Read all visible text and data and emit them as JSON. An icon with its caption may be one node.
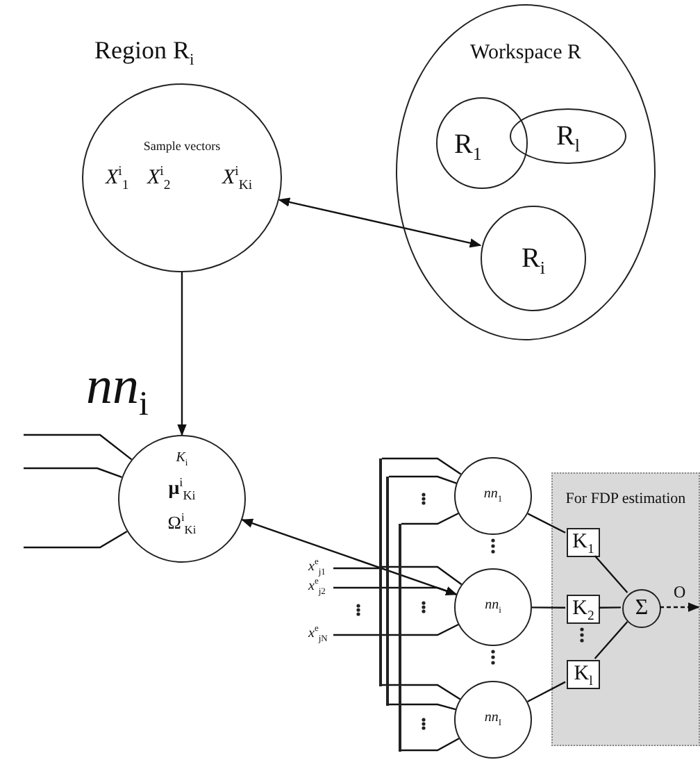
{
  "diagram": {
    "nodes": [
      {
        "text": [
          "Region R$_{i}$",
          "Sample vectors",
          "*X*$^{i}$$_{1}$",
          "*X*$^{i}$$_{2}$",
          "*X*$^{i}$$_{Ki}$"
        ]
      },
      {
        "text": [
          "Workspace R"
        ]
      },
      {
        "text": [
          "R$_{1}$"
        ],
        "in": 1
      },
      {
        "text": [
          "R$_{l}$"
        ],
        "in": 1
      },
      {
        "text": [
          "R$_{i}$"
        ],
        "in": 1
      },
      {
        "text": [
          "*nn*$_{i}$",
          "*K*$_{i}$",
          "**μ**$^{i}$$_{Ki}$",
          "Ω$^{i}$$_{Ki}$"
        ]
      },
      {
        "text": [
          "For FDP estimation"
        ]
      },
      {
        "text": [
          "*nn*$_{1}$"
        ]
      },
      {
        "text": [
          "*nn*$_{i}$"
        ]
      },
      {
        "text": [
          "*nn*$_{I}$"
        ]
      },
      {
        "text": [
          "K$_{1}$"
        ],
        "in": 6
      },
      {
        "text": [
          "K$_{2}$"
        ],
        "in": 6
      },
      {
        "text": [
          "K$_{l}$"
        ],
        "in": 6
      },
      {
        "text": [
          "Σ"
        ],
        "in": 6
      },
      {
        "text": [],
        "shape": "bar"
      },
      {
        "text": [],
        "shape": "bar"
      },
      {
        "text": [],
        "shape": "bar"
      },
      {
        "text": [
          "*x*$^{e}$$_{j1}$"
        ]
      },
      {
        "text": [
          "*x*$^{e}$$_{j2}$"
        ]
      },
      {
        "text": [
          "*x*$^{e}$$_{jN}$"
        ]
      }
    ],
    "edges": [
      {
        "from": 0,
        "to": 4,
        "arrow": "both"
      },
      {
        "from": 0,
        "to": 5,
        "arrow": "to"
      },
      {
        "from": 8,
        "to": 5,
        "arrow": "both"
      },
      {
        "from": null,
        "to": 5,
        "arrow": "none"
      },
      {
        "from": null,
        "to": 5,
        "arrow": "none"
      },
      {
        "from": null,
        "to": 5,
        "arrow": "none"
      },
      {
        "from": 7,
        "to": 10,
        "arrow": "none"
      },
      {
        "from": 8,
        "to": 11,
        "arrow": "none"
      },
      {
        "from": 9,
        "to": 12,
        "arrow": "none"
      },
      {
        "from": 10,
        "to": 13,
        "arrow": "none"
      },
      {
        "from": 11,
        "to": 13,
        "arrow": "none"
      },
      {
        "from": 12,
        "to": 13,
        "arrow": "none"
      },
      {
        "from": 13,
        "to": null,
        "arrow": "to",
        "label": "O",
        "style": "dashed"
      },
      {
        "from": 17,
        "to": 14,
        "arrow": "none"
      },
      {
        "from": 18,
        "to": 15,
        "arrow": "none"
      },
      {
        "from": 19,
        "to": 16,
        "arrow": "none"
      },
      {
        "from": 14,
        "to": 7,
        "arrow": "none"
      },
      {
        "from": 15,
        "to": 7,
        "arrow": "none"
      },
      {
        "from": 16,
        "to": 7,
        "arrow": "none"
      },
      {
        "from": 14,
        "to": 8,
        "arrow": "none"
      },
      {
        "from": 15,
        "to": 8,
        "arrow": "none"
      },
      {
        "from": 16,
        "to": 8,
        "arrow": "none"
      },
      {
        "from": 14,
        "to": 9,
        "arrow": "none"
      },
      {
        "from": 15,
        "to": 9,
        "arrow": "none"
      },
      {
        "from": 16,
        "to": 9,
        "arrow": "none"
      }
    ]
  }
}
